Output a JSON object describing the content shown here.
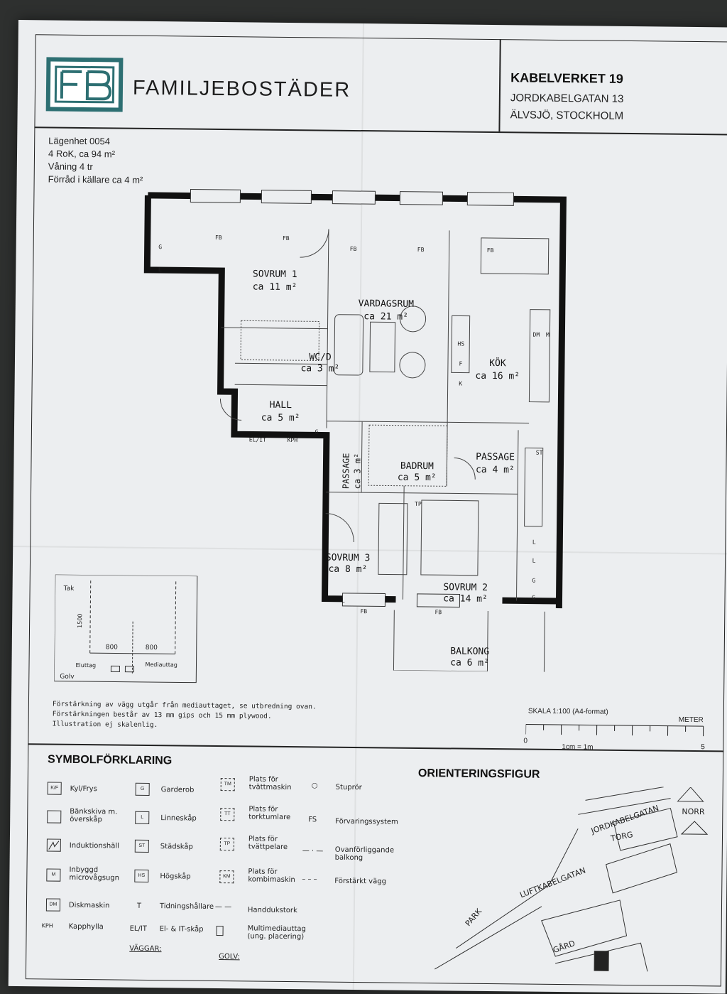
{
  "header": {
    "company": "FAMILJEBOSTÄDER",
    "project": "KABELVERKET 19",
    "street": "JORDKABELGATAN 13",
    "city": "ÄLVSJÖ, STOCKHOLM"
  },
  "apartment": {
    "number": "Lägenhet 0054",
    "size": "4 RoK, ca 94 m²",
    "floor": "Våning 4 tr",
    "storage": "Förråd i källare ca 4 m²"
  },
  "rooms": [
    {
      "name": "SOVRUM 1",
      "area": "ca 11 m²"
    },
    {
      "name": "VARDAGSRUM",
      "area": "ca 21 m²"
    },
    {
      "name": "WC/D",
      "area": "ca 3 m²"
    },
    {
      "name": "KÖK",
      "area": "ca 16 m²"
    },
    {
      "name": "HALL",
      "area": "ca 5 m²"
    },
    {
      "name": "PASSAGE",
      "area": "ca 3 m²"
    },
    {
      "name": "BADRUM",
      "area": "ca 5 m²"
    },
    {
      "name": "PASSAGE",
      "area": "ca 4 m²"
    },
    {
      "name": "SOVRUM 3",
      "area": "ca 8 m²"
    },
    {
      "name": "SOVRUM 2",
      "area": "ca 14 m²"
    },
    {
      "name": "BALKONG",
      "area": "ca 6 m²"
    }
  ],
  "plan_marks": {
    "fb": "FB",
    "g": "G",
    "l": "L",
    "hs": "HS",
    "f": "F",
    "k": "K",
    "dm": "DM",
    "m": "M",
    "st": "ST",
    "tp": "TP",
    "elit": "EL/IT",
    "kph": "KPH"
  },
  "detail": {
    "tak": "Tak",
    "golv": "Golv",
    "h1500": "1500",
    "w800a": "800",
    "w800b": "800",
    "eluttag": "Eluttag",
    "mediauttag": "Mediauttag"
  },
  "notes": [
    "Förstärkning av vägg utgår från mediauttaget, se utbredning ovan.",
    "Förstärkningen består av 13 mm gips och 15 mm plywood.",
    "Illustration ej skalenlig."
  ],
  "scale": {
    "label": "SKALA 1:100 (A4-format)",
    "unit": "METER",
    "start": "0",
    "end": "5",
    "ratio": "1cm = 1m"
  },
  "legend": {
    "title": "SYMBOLFÖRKLARING",
    "col1": [
      {
        "code": "K/F",
        "text": "Kyl/Frys"
      },
      {
        "code": "",
        "text": "Bänkskiva m. överskåp"
      },
      {
        "code": "",
        "text": "Induktionshäll"
      },
      {
        "code": "M",
        "text": "Inbyggd microvågsugn"
      },
      {
        "code": "DM",
        "text": "Diskmaskin"
      },
      {
        "code": "KPH",
        "text": "Kapphylla"
      }
    ],
    "col2": [
      {
        "code": "G",
        "text": "Garderob"
      },
      {
        "code": "L",
        "text": "Linneskåp"
      },
      {
        "code": "ST",
        "text": "Städskåp"
      },
      {
        "code": "HS",
        "text": "Högskåp"
      },
      {
        "code": "T",
        "text": "Tidningshållare"
      },
      {
        "code": "EL/IT",
        "text": "El- & IT-skåp"
      }
    ],
    "col3": [
      {
        "code": "TM",
        "text": "Plats för tvättmaskin"
      },
      {
        "code": "TT",
        "text": "Plats för torktumlare"
      },
      {
        "code": "TP",
        "text": "Plats för tvättpelare"
      },
      {
        "code": "KM",
        "text": "Plats för kombimaskin"
      },
      {
        "code": "",
        "text": "Handdukstork"
      },
      {
        "code": "",
        "text": "Multimediauttag (ung. placering)"
      }
    ],
    "col4": [
      {
        "code": "",
        "text": "Stuprör"
      },
      {
        "code": "FS",
        "text": "Förvaringssystem"
      },
      {
        "code": "",
        "text": "Ovanförliggande balkong"
      },
      {
        "code": "",
        "text": "Förstärkt vägg"
      }
    ],
    "walls": "VÄGGAR:",
    "floors": "GOLV:"
  },
  "orientation": {
    "title": "ORIENTERINGSFIGUR",
    "north": "NORR",
    "streets": [
      "JORDKABELGATAN",
      "TORG",
      "LUFTKABELGATAN",
      "PARK",
      "GÅRD"
    ]
  }
}
